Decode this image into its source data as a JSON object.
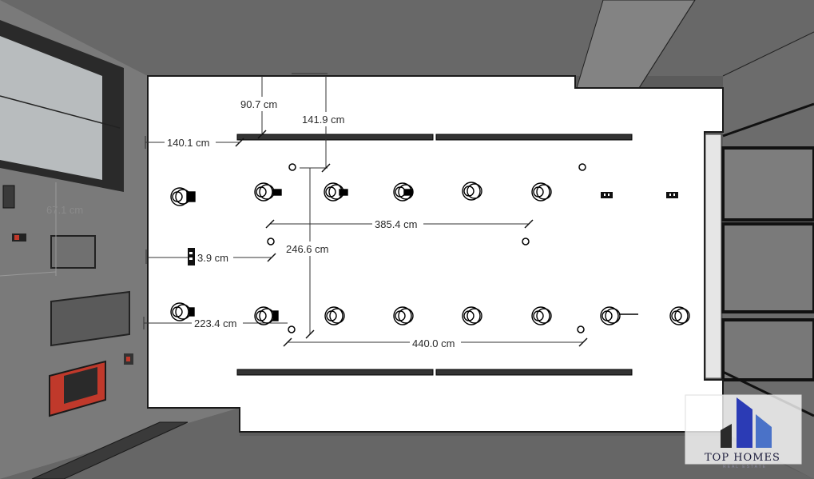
{
  "dimensions": {
    "d1": "90.7 cm",
    "d2": "141.9 cm",
    "d3": "140.1 cm",
    "d4": "67.1 cm",
    "d5": "385.4 cm",
    "d6": "3.9 cm",
    "d7": "246.6 cm",
    "d8": "223.4 cm",
    "d9": "440.0 cm"
  },
  "logo": {
    "name": "TOP HOMES",
    "tagline": "REAL ESTATE"
  },
  "icons": {
    "downlight": "spotlight-fixture-icon",
    "linear": "linear-light-track-icon",
    "socket": "ceiling-socket-icon",
    "logo": "building-logo-icon"
  }
}
